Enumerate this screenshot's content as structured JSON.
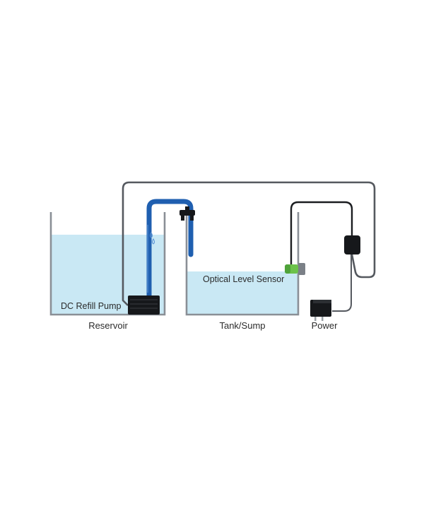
{
  "labels": {
    "pump": "DC Refill Pump",
    "reservoir": "Reservoir",
    "sensor": "Optical Level Sensor",
    "tank": "Tank/Sump",
    "power": "Power"
  },
  "colors": {
    "water": "#c9e8f4",
    "tube": "#1f5fb0",
    "tank_wall": "#8a8f96",
    "cable": "#4a4e54",
    "black_cable": "#1b1d20",
    "device": "#16181b",
    "sensor_green": "#6cc24a"
  },
  "icons": {
    "pump": "pump-icon",
    "valve": "check-valve-icon",
    "sensor": "optical-sensor-icon",
    "controller": "controller-icon",
    "adapter": "power-adapter-icon",
    "drip": "water-drip-icon"
  }
}
